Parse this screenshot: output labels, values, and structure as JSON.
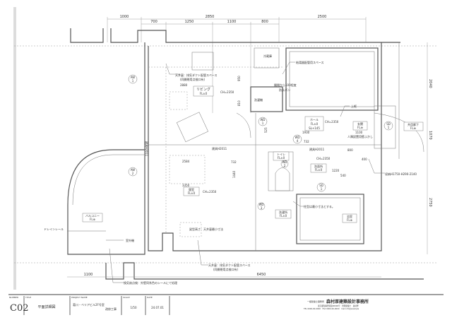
{
  "dimensions": {
    "top_overall": [
      "1000",
      "2850",
      "2500"
    ],
    "top_sub": [
      "700",
      "1250",
      "1100",
      "800"
    ],
    "bottom": [
      "1100",
      "6450"
    ],
    "right": [
      "2040",
      "1070",
      "2750"
    ],
    "interior": [
      "2880",
      "2584",
      "732",
      "3350",
      "1930",
      "732",
      "1100",
      "800",
      "400",
      "540",
      "1220",
      "1440",
      "810",
      "950",
      "525"
    ]
  },
  "rooms": {
    "living": {
      "name": "リビング",
      "fl": "FL±0",
      "ch": "CH=2350"
    },
    "hall": {
      "name": "ホール",
      "fl": "FL±0",
      "sl": "SL+145",
      "ch": "CH=2350"
    },
    "entrance": {
      "name": "玄関",
      "fl": "FL⊕"
    },
    "corridor": {
      "name": "共用廊下",
      "fl": "FL⊕"
    },
    "toilet": {
      "name": "トイレ",
      "fl": "FL±0"
    },
    "washroom": {
      "name": "洗面所",
      "fl": "FL±0",
      "ch": "CH=2350"
    },
    "bedroom": {
      "name": "寝室",
      "fl": "FL±0",
      "ch": "CH=2350"
    },
    "laundry": {
      "name": "洗濯所",
      "fl": "FL±0"
    },
    "bath": {
      "name": "浴室",
      "fl": "FL⊕"
    },
    "balcony": {
      "name": "バルコニー",
      "fl": "FL⊕"
    }
  },
  "annotations": {
    "duct_top": "天井裏：排気ダクト配管スペース",
    "duct_top_sub": "(同開閉用点検口有)",
    "water_heater": "給湯器配管用スペース",
    "waterproof_pan": "開閉から100程度",
    "waterproof_pan2": "防水パン",
    "agari": "上框",
    "wall_extend": "人隅設置用壁ふかし",
    "storage": "収納H1750-H290-2140",
    "pillar": "柱型は最小寸法とする。",
    "beam": "梁型高さ：天井裏最小寸法",
    "duct_bottom": "天井裏：排気ダクト配管スペース",
    "duct_bottom_sub": "(同開閉用点検口有)",
    "vent": "換気扇点検：外壁同系色のシールにて処理",
    "drain": "ドレインレール",
    "outdoor_unit": "室外機",
    "fixture1": "建具H2011",
    "fixture2": "建具H2011",
    "fixture3": "建具H2011",
    "fridge": "冷蔵庫",
    "washer": "洗濯機"
  },
  "tags": {
    "aw1": [
      "AW",
      "1"
    ],
    "aw2": [
      "AW",
      "2"
    ],
    "wd1": [
      "WD",
      "1"
    ],
    "wd4": [
      "WD",
      "4"
    ],
    "wd2": [
      "WD",
      "2"
    ],
    "wd3": [
      "WD",
      "3"
    ],
    "sd1a": [
      "SD",
      "1"
    ],
    "sd1b": [
      "SD",
      "1"
    ]
  },
  "title_block": {
    "number_label": "NUMBER",
    "number": "C02",
    "title_label": "TITLE",
    "title": "平面詳細図",
    "project_label": "PROJECT NAME",
    "project_line1": "葛川・ベリアビル2F号室",
    "project_line2": "改修工事",
    "scale_label": "SCALE",
    "scale": "1/50",
    "date_label": "DATE",
    "date": "24.07.01",
    "firm_prefix": "一級建築士事務所",
    "firm": "森村厚建築設計事務所",
    "firm_line1": "東京都知事登録第00000号　管理建築士　森村厚",
    "firm_line2": "TEL 0000-00-0000　FAX 0000-00-0000　mail info@example"
  }
}
